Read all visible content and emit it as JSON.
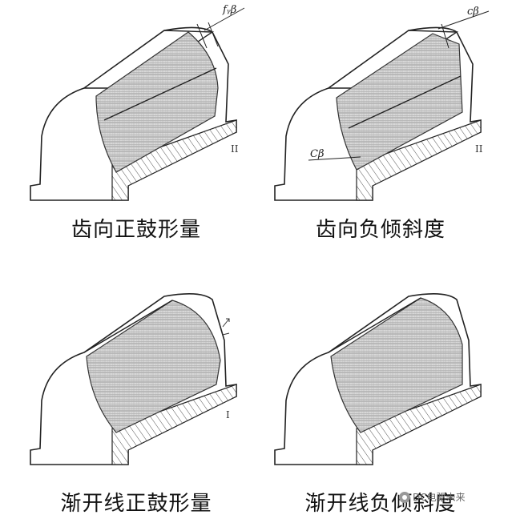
{
  "panels": [
    {
      "caption": "齿向正鼓形量",
      "annotation": "fᵧβ",
      "marker": "II"
    },
    {
      "caption": "齿向负倾斜度",
      "annotation_top": "cβ",
      "annotation_side": "Cβ",
      "marker": "II"
    },
    {
      "caption": "渐开线正鼓形量",
      "marker": "I"
    },
    {
      "caption": "渐开线负倾斜度",
      "marker": ""
    }
  ],
  "watermark": {
    "text": "DC电驱未来",
    "icon": "wechat-icon"
  }
}
